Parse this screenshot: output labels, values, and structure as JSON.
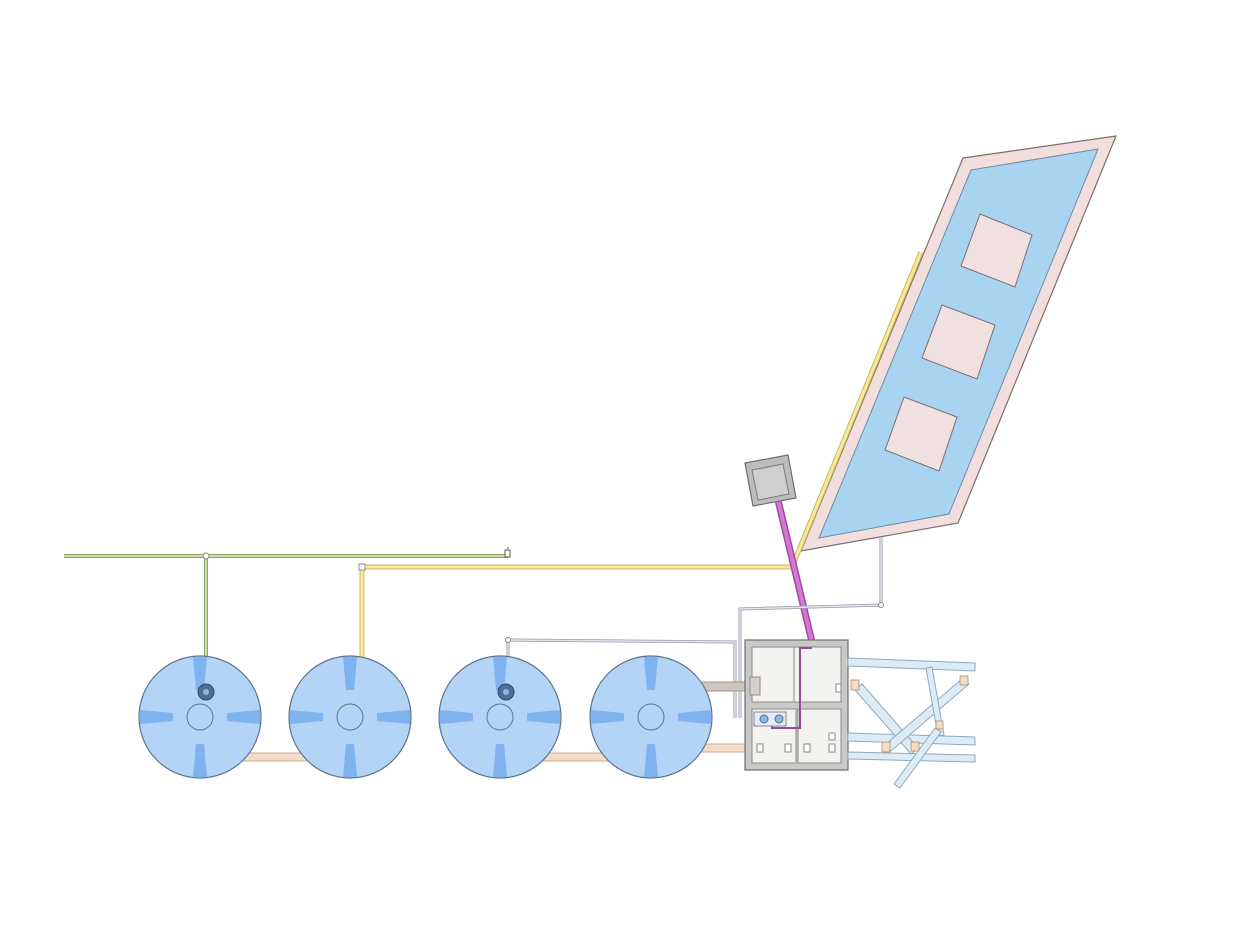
{
  "colors": {
    "background": "#ffffff",
    "tank_fill": "#b3d4f7",
    "tank_stroke": "#5d7189",
    "tank_vane": "#7fb3f0",
    "tank_hub": "#4d6f96",
    "panel_outer": "#f3dede",
    "panel_inner": "#a8d4f2",
    "panel_window": "#f1e0e0",
    "panel_stroke": "#7d6d6d",
    "box_fill": "#bdbdbd",
    "box_stroke": "#6e6e6e",
    "yellow_pipe": "#f0e296",
    "green_pipe": "#b4cf8e",
    "purple_pipe": "#c965c9",
    "gray_pipe": "#c9c9d6",
    "peach_pipe": "#f4dcc6",
    "frame_fill": "#c9c9c9",
    "frame_inner": "#f4f2ef",
    "lightblue_pipe": "#dcecf6"
  },
  "diagram": {
    "tanks": [
      {
        "name": "tank-1",
        "has_hub": true
      },
      {
        "name": "tank-2",
        "has_hub": false
      },
      {
        "name": "tank-3",
        "has_hub": true
      },
      {
        "name": "tank-4",
        "has_hub": false
      }
    ],
    "panel_windows": 3,
    "icons": [
      "collector-panel",
      "junction-box",
      "pump-station",
      "storage-tank"
    ]
  }
}
